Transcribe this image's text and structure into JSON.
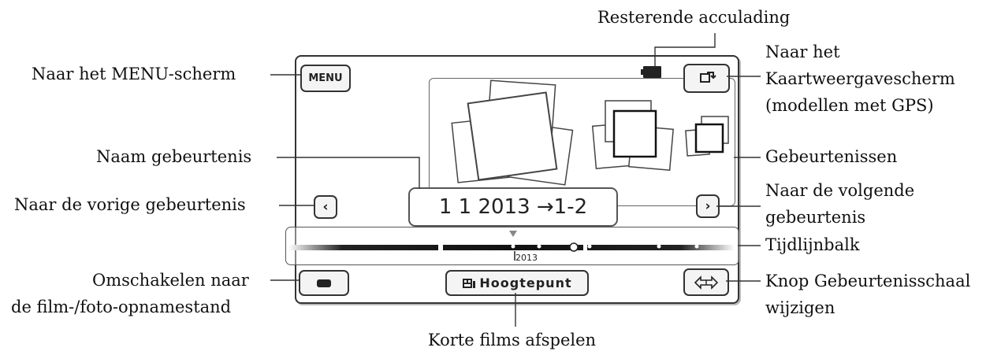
{
  "labels": {
    "battery": "Resterende acculading",
    "menu_screen": "Naar het MENU-scherm",
    "map_line1": "Naar het",
    "map_line2": "Kaartweergavescherm",
    "map_line3": "(modellen met GPS)",
    "events": "Gebeurtenissen",
    "event_name": "Naam gebeurtenis",
    "prev_event": "Naar de vorige gebeurtenis",
    "next_line1": "Naar de volgende",
    "next_line2": "gebeurtenis",
    "timeline": "Tijdlijnbalk",
    "mode_line1": "Omschakelen naar",
    "mode_line2": "de film-/foto-opnamestand",
    "scale_line1": "Knop Gebeurtenisschaal",
    "scale_line2": "wijzigen",
    "highlight": "Korte films afspelen"
  },
  "screen": {
    "menu_button": "MENU",
    "date_text": "1 1 2013 →1-2",
    "timeline_year": "2013",
    "highlight_button": "Hoogtepunt"
  },
  "icons": {
    "battery": "battery-icon",
    "map": "map-view-icon",
    "prev": "chevron-left-icon",
    "next": "chevron-right-icon",
    "mode": "camera-mode-icon",
    "scale": "scale-arrows-icon",
    "highlight": "film-highlight-icon"
  }
}
